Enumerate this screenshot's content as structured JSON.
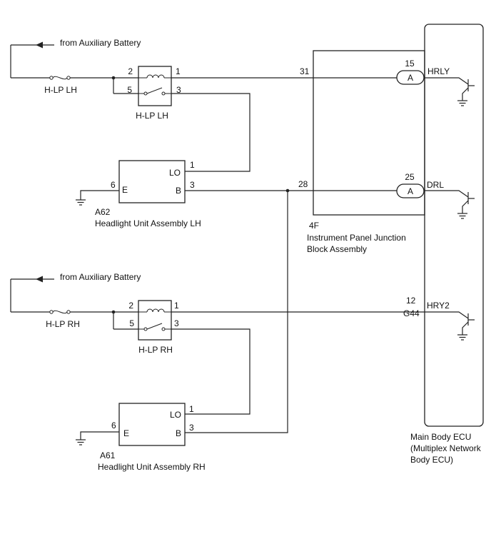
{
  "sources": {
    "top": "from Auxiliary Battery",
    "bottom": "from Auxiliary Battery"
  },
  "fuses": {
    "lh": "H-LP LH",
    "rh": "H-LP RH"
  },
  "relays": {
    "lh": {
      "label": "H-LP LH",
      "pin_coil_in": "2",
      "pin_coil_out": "1",
      "pin_sw_in": "5",
      "pin_sw_out": "3"
    },
    "rh": {
      "label": "H-LP RH",
      "pin_coil_in": "2",
      "pin_coil_out": "1",
      "pin_sw_in": "5",
      "pin_sw_out": "3"
    }
  },
  "headlights": {
    "lh": {
      "code": "A62",
      "name": "Headlight Unit Assembly LH",
      "pin_lo": "1",
      "pin_b": "3",
      "pin_e": "6",
      "term_lo": "LO",
      "term_b": "B",
      "term_e": "E"
    },
    "rh": {
      "code": "A61",
      "name": "Headlight Unit Assembly RH",
      "pin_lo": "1",
      "pin_b": "3",
      "pin_e": "6",
      "term_lo": "LO",
      "term_b": "B",
      "term_e": "E"
    }
  },
  "junction_block": {
    "code": "4F",
    "name_line1": "Instrument Panel Junction",
    "name_line2": "Block Assembly",
    "pin_hrly": "31",
    "pin_drl": "28"
  },
  "ecu": {
    "name_line1": "Main Body ECU",
    "name_line2": "(Multiplex Network",
    "name_line3": "Body ECU)",
    "signals": [
      {
        "name": "HRLY",
        "pin": "15",
        "connector": "A"
      },
      {
        "name": "DRL",
        "pin": "25",
        "connector": "A"
      },
      {
        "name": "HRY2",
        "pin": "12",
        "connector": "G44"
      }
    ]
  }
}
